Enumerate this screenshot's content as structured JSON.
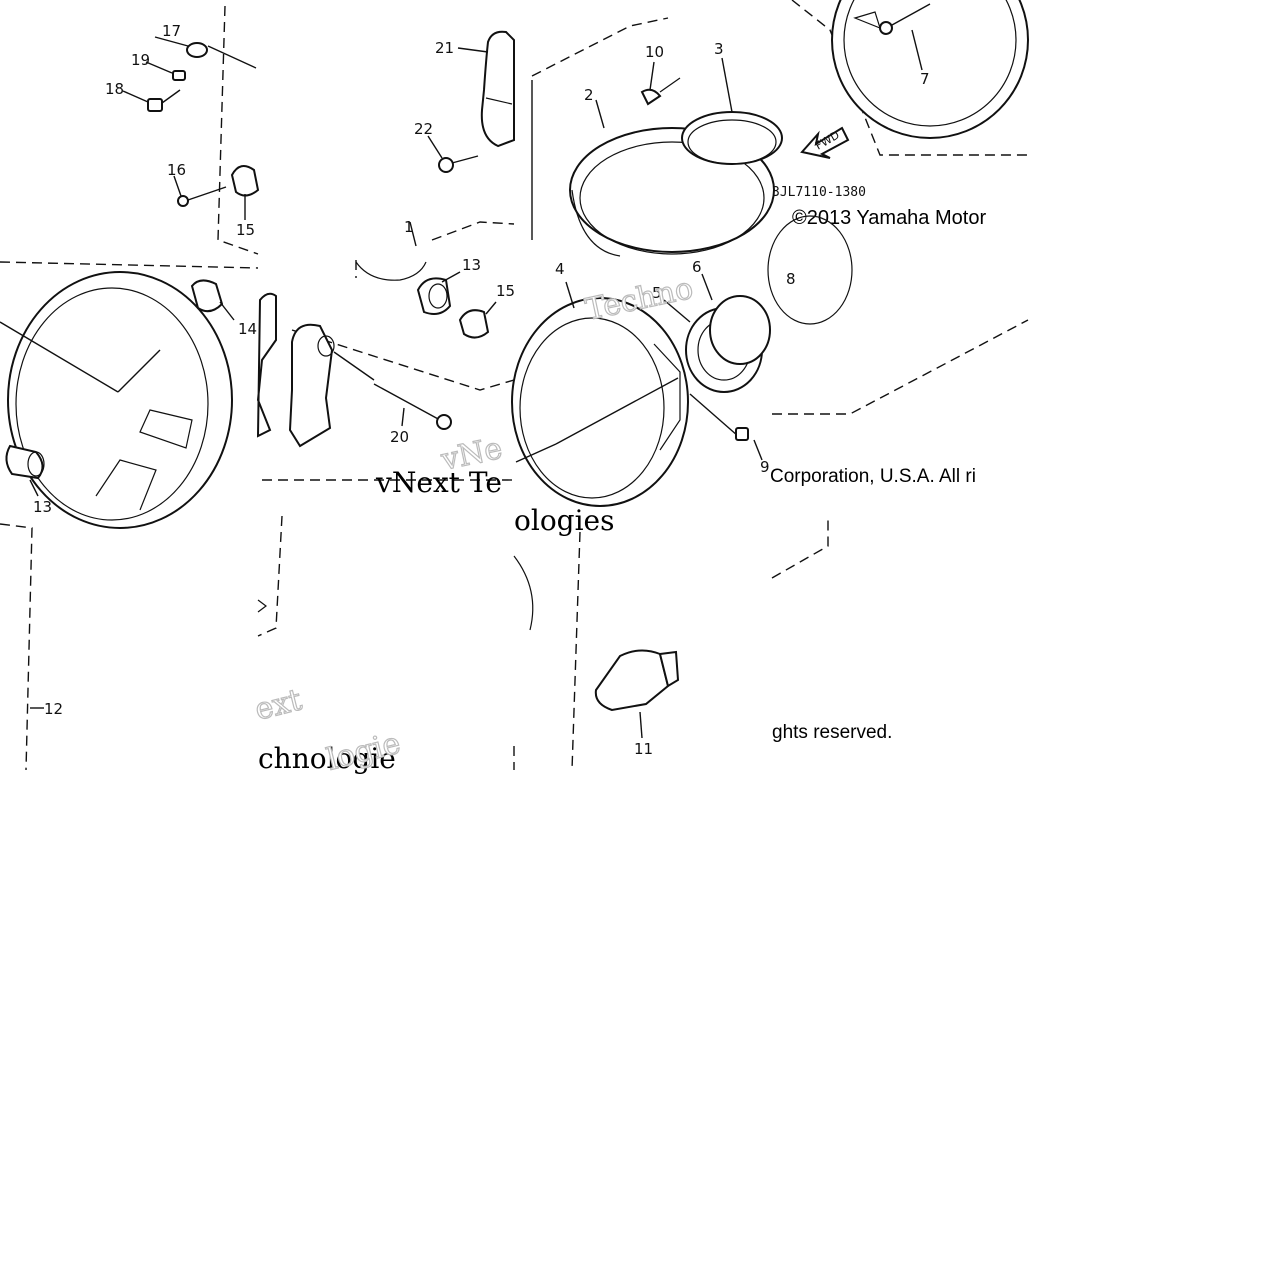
{
  "callouts": {
    "c1": "1",
    "c2": "2",
    "c3": "3",
    "c4": "4",
    "c5": "5",
    "c6": "6",
    "c7": "7",
    "c8": "8",
    "c9": "9",
    "c10": "10",
    "c11": "11",
    "c12": "12",
    "c13a": "13",
    "c13b": "13",
    "c14": "14",
    "c15a": "15",
    "c15b": "15",
    "c16": "16",
    "c17": "17",
    "c18": "18",
    "c19": "19",
    "c20": "20",
    "c21": "21",
    "c22": "22"
  },
  "fwd_label": "FWD",
  "diagram_code": "3JL7110-1380",
  "copyright": {
    "line1": "©2013 Yamaha Motor",
    "line2": "Corporation, U.S.A. All ri",
    "line3": "ghts reserved."
  },
  "watermarks": {
    "w1": "Techno",
    "w2": "vNext Te",
    "w3": "ologies",
    "w4": "vNe",
    "w5": "ext",
    "w6": "chnologie",
    "w7": "logie"
  }
}
